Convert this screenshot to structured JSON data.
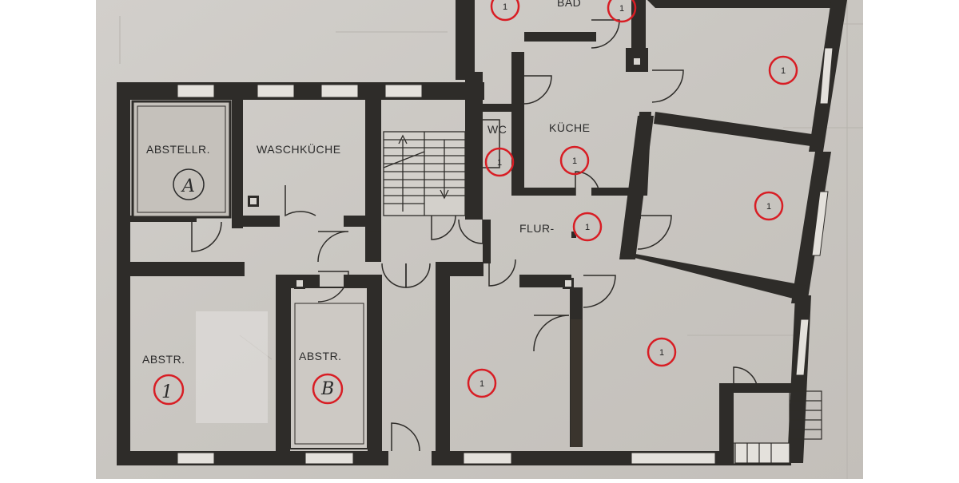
{
  "plan": {
    "room_labels": {
      "bad": "BAD",
      "abstellraum": "ABSTELLR.",
      "waschkueche": "WASCHKÜCHE",
      "wc": "WC",
      "kueche": "KÜCHE",
      "flur": "FLUR-",
      "abstr_left": "ABSTR.",
      "abstr_mid": "ABSTR."
    },
    "handwritten_marks": {
      "abstellraum": "A",
      "abstr_left": "1",
      "abstr_mid": "B"
    },
    "circle_marks": [
      {
        "id": "top-left",
        "label": "1"
      },
      {
        "id": "bad",
        "label": "1"
      },
      {
        "id": "room-top-right",
        "label": "1"
      },
      {
        "id": "wc",
        "label": "1"
      },
      {
        "id": "kueche",
        "label": "1"
      },
      {
        "id": "flur",
        "label": "1"
      },
      {
        "id": "room-right",
        "label": "1"
      },
      {
        "id": "room-bottom-center",
        "label": "1"
      },
      {
        "id": "room-bottom-right",
        "label": "1"
      }
    ],
    "colors": {
      "paper": "#cbc7c2",
      "wall": "#2e2c29",
      "mark_red": "#d81d24"
    }
  }
}
